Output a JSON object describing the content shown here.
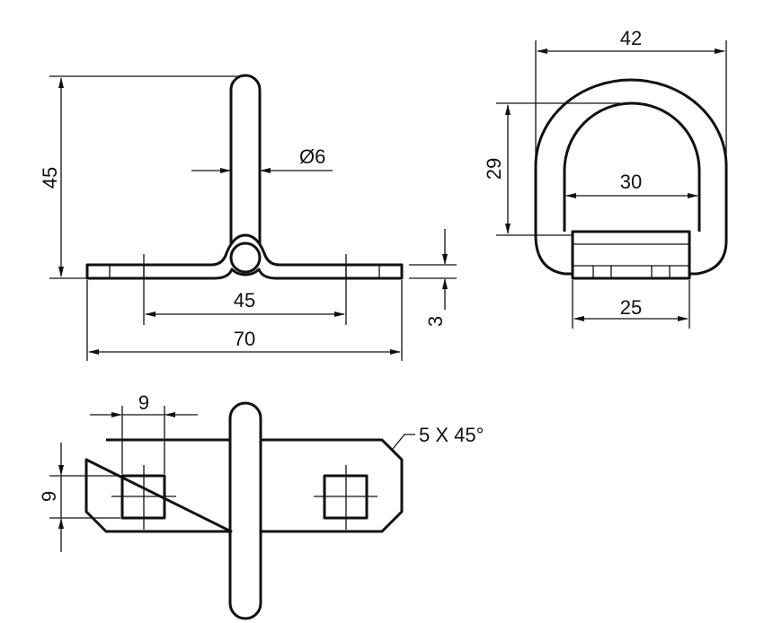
{
  "drawing": {
    "front_view": {
      "height_label": "45",
      "diameter_label": "Ø6",
      "hole_spacing_label": "45",
      "length_label": "70",
      "thickness_label": "3"
    },
    "side_view": {
      "width_label": "42",
      "inner_height_label": "29",
      "inner_width_label": "30",
      "block_width_label": "25"
    },
    "top_view": {
      "square_width_label": "9",
      "square_height_label": "9",
      "chamfer_label": "5 X 45°"
    },
    "colors": {
      "ink": "#111111",
      "background": "#ffffff"
    }
  }
}
